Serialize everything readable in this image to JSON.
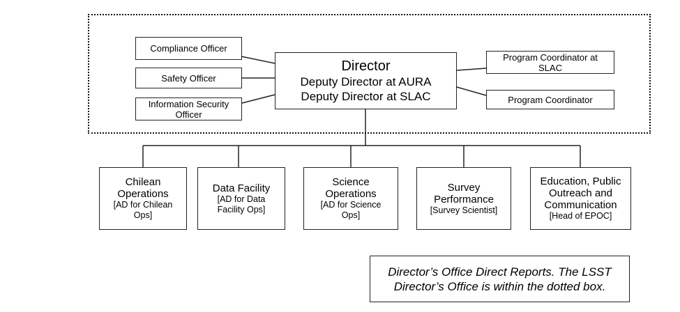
{
  "director": {
    "title": "Director",
    "line2": "Deputy Director at AURA",
    "line3": "Deputy Director at SLAC"
  },
  "left_staff": [
    {
      "label": "Compliance Officer"
    },
    {
      "label": "Safety Officer"
    },
    {
      "label": "Information Security Officer"
    }
  ],
  "right_staff": [
    {
      "label": "Program Coordinator at SLAC"
    },
    {
      "label": "Program Coordinator"
    }
  ],
  "units": [
    {
      "name": "Chilean Operations",
      "lead": "[AD for Chilean Ops]"
    },
    {
      "name": "Data Facility",
      "lead": "[AD for Data Facility Ops]"
    },
    {
      "name": "Science Operations",
      "lead": "[AD for Science Ops]"
    },
    {
      "name": "Survey Performance",
      "lead": "[Survey Scientist]"
    },
    {
      "name": "Education, Public Outreach and Communication",
      "lead": "[Head of EPOC]"
    }
  ],
  "caption": "Director’s Office Direct Reports.  The LSST Director’s Office is within the dotted box."
}
